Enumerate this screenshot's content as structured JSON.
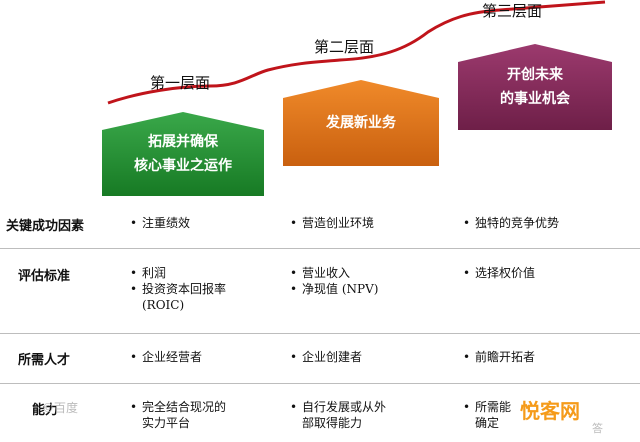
{
  "layers": [
    {
      "title": "第一层面",
      "box_lines": [
        "拓展并确保",
        "核心事业之运作"
      ],
      "color": "#1f8a2a"
    },
    {
      "title": "第二层面",
      "box_lines": [
        "发展新业务"
      ],
      "color": "#e0761a"
    },
    {
      "title": "第三层面",
      "box_lines": [
        "开创未来",
        "的事业机会"
      ],
      "color": "#8a2d5e"
    }
  ],
  "rows": [
    {
      "label": "关键成功因素",
      "cells": [
        [
          {
            "bullet": "•",
            "lines": [
              "注重绩效"
            ]
          }
        ],
        [
          {
            "bullet": "•",
            "lines": [
              "营造创业环境"
            ]
          }
        ],
        [
          {
            "bullet": "•",
            "lines": [
              "独特的竞争优势"
            ]
          }
        ]
      ]
    },
    {
      "label": "评估标准",
      "cells": [
        [
          {
            "bullet": "•",
            "lines": [
              "利润"
            ]
          },
          {
            "bullet": "•",
            "lines": [
              "投资资本回报率",
              "(ROIC)"
            ]
          }
        ],
        [
          {
            "bullet": "•",
            "lines": [
              "营业收入"
            ]
          },
          {
            "bullet": "•",
            "lines": [
              "净现值 (NPV)"
            ]
          }
        ],
        [
          {
            "bullet": "•",
            "lines": [
              "选择权价值"
            ]
          }
        ]
      ]
    },
    {
      "label": "所需人才",
      "cells": [
        [
          {
            "bullet": "•",
            "lines": [
              "企业经营者"
            ]
          }
        ],
        [
          {
            "bullet": "•",
            "lines": [
              "企业创建者"
            ]
          }
        ],
        [
          {
            "bullet": "•",
            "lines": [
              "前瞻开拓者"
            ]
          }
        ]
      ]
    },
    {
      "label": "能力",
      "cells": [
        [
          {
            "bullet": "•",
            "lines": [
              "完全结合现况的",
              "实力平台"
            ]
          }
        ],
        [
          {
            "bullet": "•",
            "lines": [
              "自行发展或从外",
              "部取得能力"
            ]
          }
        ],
        [
          {
            "bullet": "•",
            "lines": [
              "所需能",
              "确定"
            ]
          }
        ]
      ]
    }
  ],
  "watermarks": {
    "baidu": "©百度",
    "site": "悦客网",
    "corner": "答"
  },
  "colors": {
    "curve": "#c0141b",
    "divider": "#bdbdbd"
  }
}
